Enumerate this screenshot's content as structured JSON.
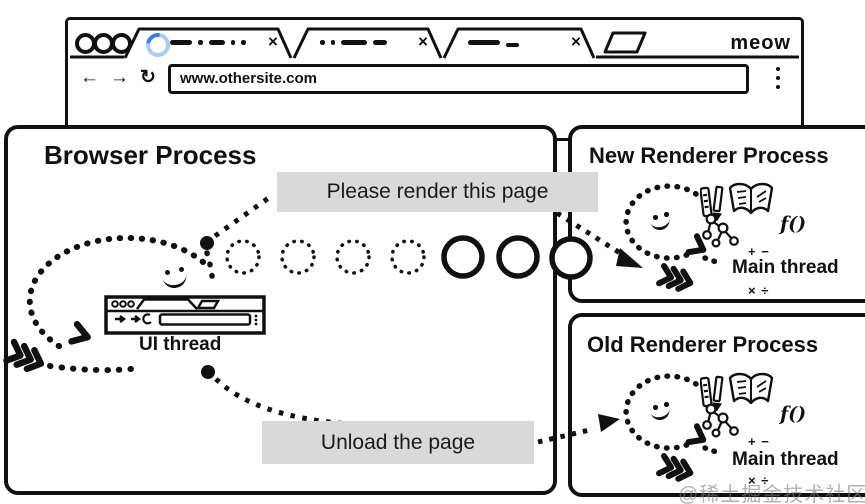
{
  "browser_window": {
    "brand": "meow",
    "url": "www.othersite.com",
    "tabs": [
      {
        "close_glyph": "×",
        "loading": true
      },
      {
        "close_glyph": "×",
        "loading": false
      },
      {
        "close_glyph": "×",
        "loading": false
      }
    ],
    "nav": {
      "back_glyph": "←",
      "forward_glyph": "→",
      "reload_glyph": "↻"
    }
  },
  "diagram": {
    "browser_process": {
      "title": "Browser Process",
      "thread_label": "UI thread",
      "messages": {
        "render": "Please render this page",
        "unload": "Unload the page"
      }
    },
    "new_renderer_process": {
      "title": "New Renderer Process",
      "thread_label": "Main thread",
      "icons": {
        "math_row1": "+ −",
        "math_row2": "× ÷",
        "function": "f()"
      }
    },
    "old_renderer_process": {
      "title": "Old Renderer Process",
      "thread_label": "Main thread",
      "icons": {
        "math_row1": "+ −",
        "math_row2": "× ÷",
        "function": "f()"
      }
    }
  },
  "watermark": {
    "text": "@稀土掘金技术社区"
  },
  "colors": {
    "ink": "#111111",
    "label_bg": "#d9d9d9",
    "spinner_blue": "#3f7fd1",
    "spinner_light": "#a9cdf0",
    "watermark": "#7d7d7d"
  }
}
